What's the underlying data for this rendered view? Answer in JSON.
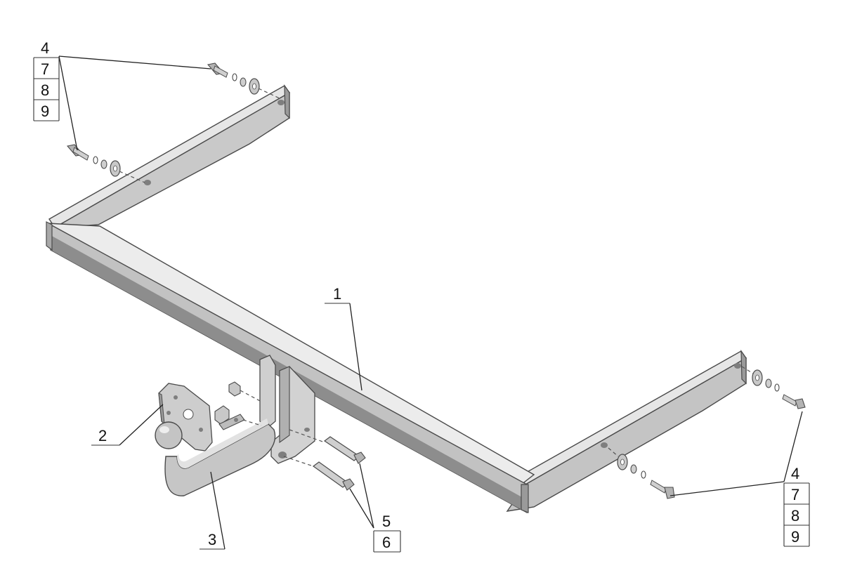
{
  "diagram": {
    "type": "exploded-assembly",
    "palette": {
      "steel_light": "#d7d7d7",
      "steel_mid": "#b3b3b3",
      "steel_dark": "#7e7e7e",
      "outline": "#4a4a4a",
      "background": "#ffffff"
    },
    "callouts": {
      "top_left_stack": [
        "4",
        "7",
        "8",
        "9"
      ],
      "bottom_right_stack": [
        "4",
        "7",
        "8",
        "9"
      ],
      "bolt_stack": [
        "5",
        "6"
      ],
      "crossbar": "1",
      "socket_plate": "2",
      "tow_ball": "3"
    }
  }
}
